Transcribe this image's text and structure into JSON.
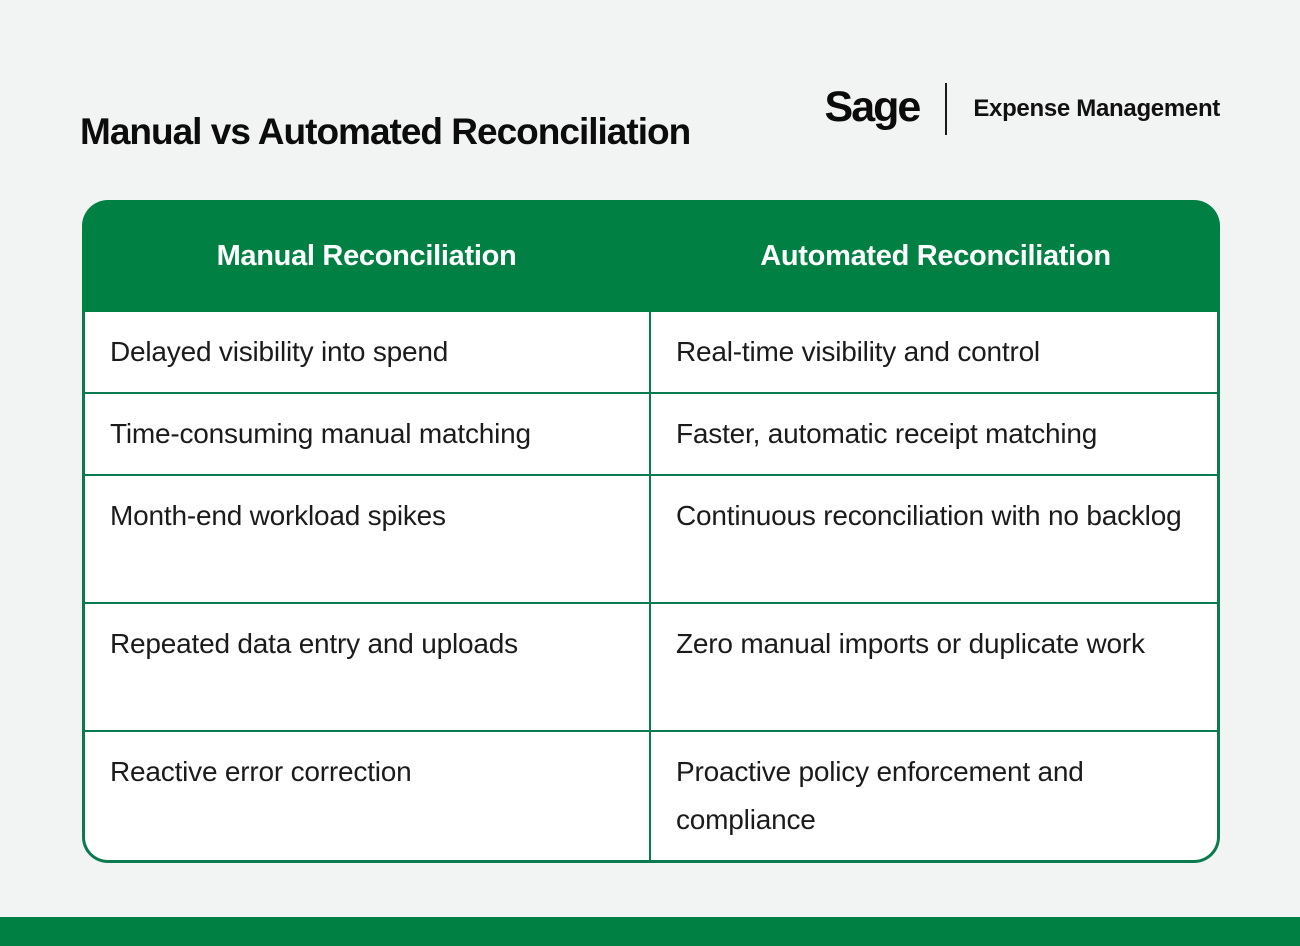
{
  "page": {
    "title": "Manual vs Automated Reconciliation"
  },
  "brand": {
    "logo_text": "Sage",
    "product": "Expense Management"
  },
  "colors": {
    "header_green": "#008143",
    "border_green": "#0b7a4e",
    "footer_green": "#008143",
    "background": "#f2f3f3",
    "text": "#1b1b1b",
    "header_text": "#ffffff"
  },
  "chart_data": {
    "type": "table",
    "title": "Manual vs Automated Reconciliation",
    "columns": [
      "Manual Reconciliation",
      "Automated Reconciliation"
    ],
    "rows": [
      [
        "Delayed visibility into spend",
        "Real-time visibility and control"
      ],
      [
        "Time-consuming manual matching",
        "Faster, automatic receipt matching"
      ],
      [
        "Month-end workload spikes",
        "Continuous reconciliation with no backlog"
      ],
      [
        "Repeated data entry and uploads",
        "Zero manual imports or duplicate work"
      ],
      [
        "Reactive error correction",
        "Proactive policy enforcement and compliance"
      ]
    ],
    "legend_position": "none",
    "grid": true
  },
  "table": {
    "columns": [
      "Manual Reconciliation",
      "Automated Reconciliation"
    ],
    "rows": [
      {
        "manual": "Delayed visibility into spend",
        "automated": "Real-time visibility and control"
      },
      {
        "manual": "Time-consuming manual matching",
        "automated": "Faster, automatic receipt matching"
      },
      {
        "manual": "Month-end workload spikes",
        "automated": "Continuous reconciliation with no backlog"
      },
      {
        "manual": "Repeated data entry and uploads",
        "automated": "Zero manual imports or duplicate work"
      },
      {
        "manual": "Reactive error correction",
        "automated": "Proactive policy enforcement and compliance"
      }
    ]
  }
}
